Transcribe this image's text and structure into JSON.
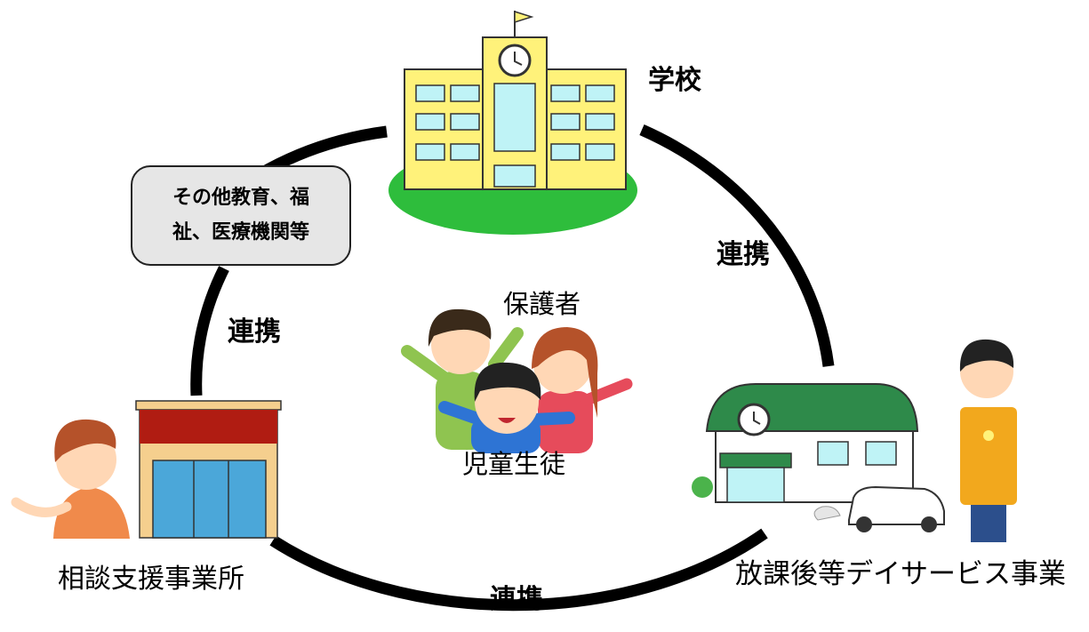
{
  "nodes": {
    "school": "学校",
    "other_institutions": {
      "line1": "その他教育、福",
      "line2": "祉、医療機関等"
    },
    "parents": "保護者",
    "students": "児童生徒",
    "consultation_office": "相談支援事業所",
    "after_school_service": "放課後等デイサービス事業"
  },
  "edges": {
    "school_to_afterschool": "連携",
    "other_to_consultation": "連携",
    "consultation_to_afterschool": "連携"
  },
  "colors": {
    "ring": "#000000",
    "school_body": "#fff27a",
    "school_lawn": "#2ebd3c",
    "store_roof": "#b01c12",
    "daycare_roof": "#2e8a4a",
    "box_fill": "#e6e6e6"
  }
}
